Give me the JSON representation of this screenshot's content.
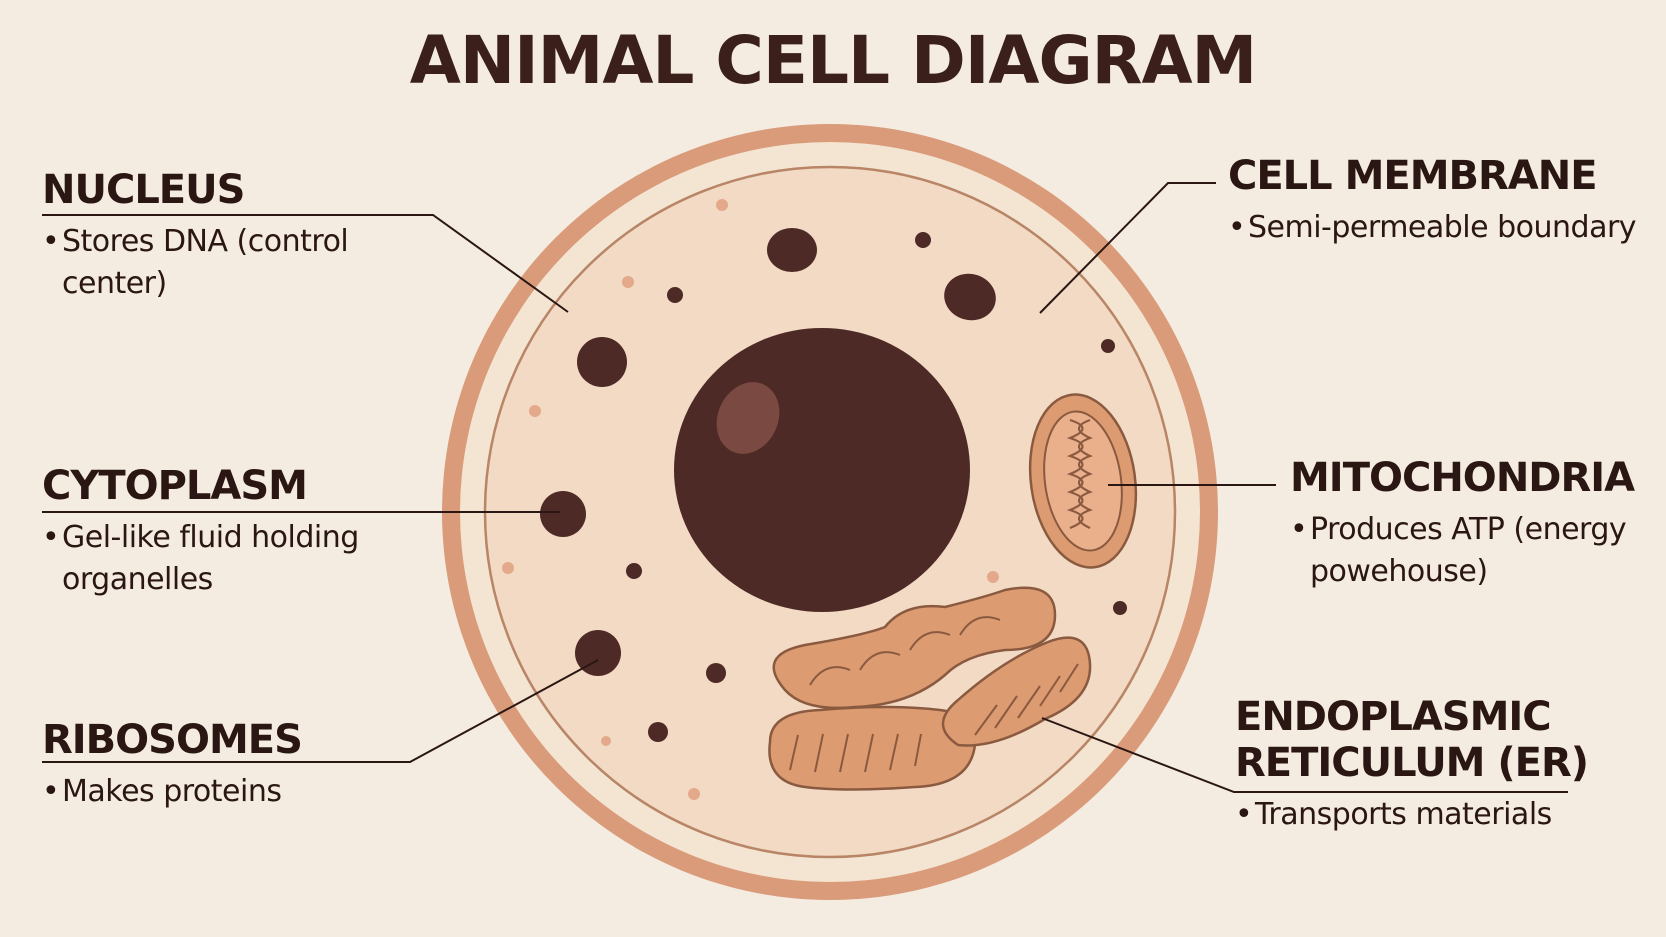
{
  "title": "ANIMAL CELL DIAGRAM",
  "labels": {
    "nucleus": {
      "heading": "NUCLEUS",
      "desc": "Stores DNA (control center)"
    },
    "cytoplasm": {
      "heading": "CYTOPLASM",
      "desc": "Gel-like fluid holding organelles"
    },
    "ribosomes": {
      "heading": "RIBOSOMES",
      "desc": "Makes proteins"
    },
    "membrane": {
      "heading": "CELL MEMBRANE",
      "desc": "Semi-permeable boundary"
    },
    "mitochondria": {
      "heading": "MITOCHONDRIA",
      "desc": "Produces ATP (energy powehouse)"
    },
    "er": {
      "heading": "ENDOPLASMIC RETICULUM (ER)",
      "desc": "Transports materials"
    }
  },
  "colors": {
    "background": "#f4ece0",
    "membrane": "#d99b7a",
    "cytoplasm": "#f3dcc6",
    "nucleus": "#4e2a26",
    "organelle": "#dc9b70",
    "text": "#2a1612"
  }
}
